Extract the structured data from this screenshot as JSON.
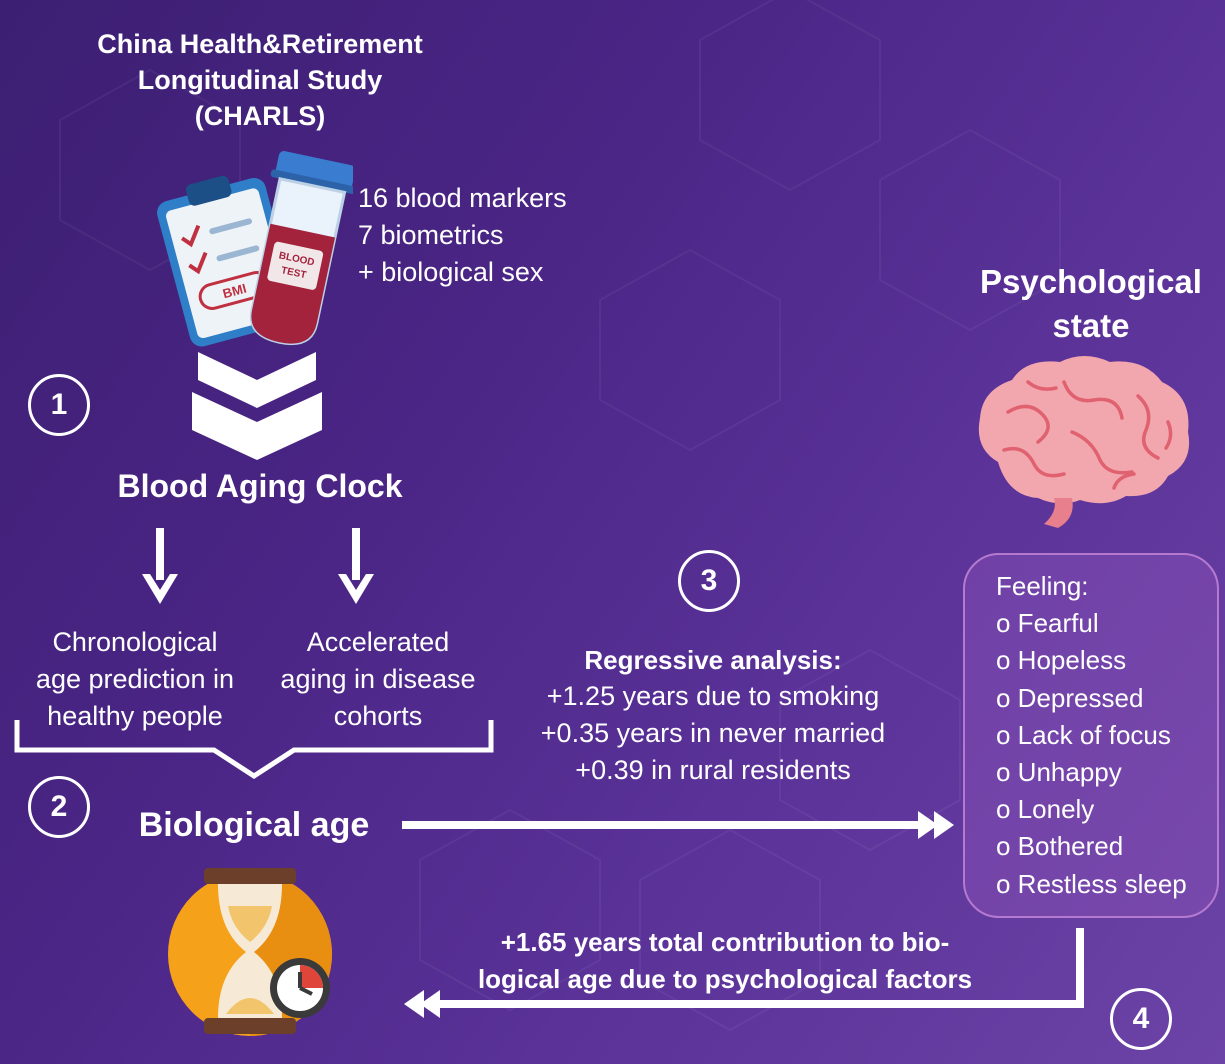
{
  "source": {
    "title_lines": [
      "China Health&Retirement",
      "Longitudinal Study",
      "(CHARLS)"
    ],
    "inputs": [
      "16 blood markers",
      "7 biometrics",
      "+ biological sex"
    ],
    "clipboard_label": "BMI",
    "tube_label_lines": [
      "BLOOD",
      "TEST"
    ]
  },
  "steps": {
    "step1": "1",
    "step2": "2",
    "step3": "3",
    "step4": "4"
  },
  "clock": {
    "title": "Blood Aging Clock",
    "branches": [
      {
        "lines": [
          "Chronological",
          "age prediction in",
          "healthy people"
        ]
      },
      {
        "lines": [
          "Accelerated",
          "aging in disease",
          "cohorts"
        ]
      }
    ]
  },
  "biological_age": {
    "label": "Biological age"
  },
  "analysis": {
    "title": "Regressive analysis:",
    "lines": [
      "+1.25 years due to smoking",
      "+0.35 years in never married",
      "+0.39 in rural residents"
    ]
  },
  "psych": {
    "title_lines": [
      "Psychological",
      "state"
    ],
    "feeling_label": "Feeling:",
    "items": [
      "o Fearful",
      "o Hopeless",
      "o Depressed",
      "o Lack of focus",
      "o Unhappy",
      "o Lonely",
      "o Bothered",
      "o Restless sleep"
    ]
  },
  "contribution": {
    "lines": [
      "+1.65 years total contribution to bio-",
      "logical age due to psychological factors"
    ]
  },
  "colors": {
    "bg_dark": "#3c1f72",
    "bg_light": "#6c43a6",
    "brain": "#f2a6ae",
    "blood": "#a3223c",
    "hourglass_circle": "#f6a11a",
    "feeling_border": "#b57ad0"
  },
  "icons": [
    "clipboard-icon",
    "blood-tube-icon",
    "chevron-down-icon",
    "arrow-down-icon",
    "brain-icon",
    "hourglass-icon",
    "clock-icon",
    "arrow-right-icon",
    "arrow-left-icon"
  ]
}
